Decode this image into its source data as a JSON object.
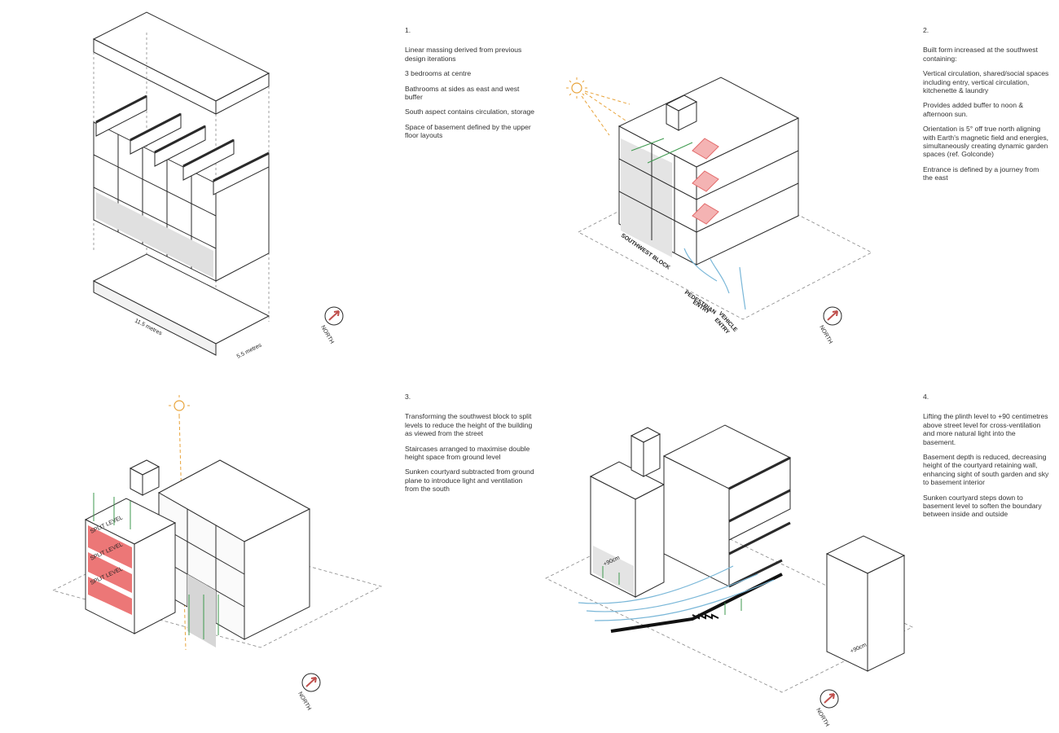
{
  "panels": [
    {
      "number": "1.",
      "paragraphs": [
        "Linear massing derived from previous design iterations",
        "3 bedrooms at centre",
        "Bathrooms at sides as east and west buffer",
        "South aspect contains circulation, storage",
        "Space of basement defined by the upper floor layouts"
      ],
      "labels": {
        "length": "11.5 metres",
        "width": "5.5 metres",
        "north": "NORTH"
      }
    },
    {
      "number": "2.",
      "paragraphs": [
        "Built form increased at the southwest containing:",
        "Vertical circulation, shared/social spaces including entry, vertical circulation, kitchenette & laundry",
        "Provides added buffer to noon & afternoon sun.",
        "Orientation is 5° off true north aligning with Earth's magnetic field and energies, simultaneously creating dynamic garden spaces (ref. Golconde)",
        "Entrance is defined by a journey from the east"
      ],
      "labels": {
        "block": "SOUTHWEST BLOCK",
        "pedestrian": "PEDESTRIAN",
        "entry": "ENTRY",
        "vehicle": "VEHICLE",
        "north": "NORTH"
      }
    },
    {
      "number": "3.",
      "paragraphs": [
        "Transforming the southwest block to split levels to reduce the height of the building as viewed from the street",
        "Staircases arranged to maximise double height space from ground level",
        "Sunken courtyard subtracted from ground plane to introduce light and ventilation from the south"
      ],
      "labels": {
        "split": "SPLIT LEVEL",
        "north": "NORTH"
      }
    },
    {
      "number": "4.",
      "paragraphs": [
        "Lifting the plinth level to +90 centimetres above street level for cross-ventilation and more natural light into the basement.",
        "Basement depth is reduced, decreasing height of the courtyard retaining wall, enhancing sight of south garden and sky to basement interior",
        "Sunken courtyard steps down to basement level to soften the boundary between inside and outside"
      ],
      "labels": {
        "plinth": "+90cm",
        "north": "NORTH"
      }
    }
  ],
  "colors": {
    "line": "#2a2a2a",
    "floor": "#dcdcdc",
    "stair": "#e26a6a",
    "split": "#ec7777",
    "sun": "#e8a33a",
    "air": "#7ab7d8",
    "light": "#3f9a4f",
    "compass": "#c0504d"
  }
}
